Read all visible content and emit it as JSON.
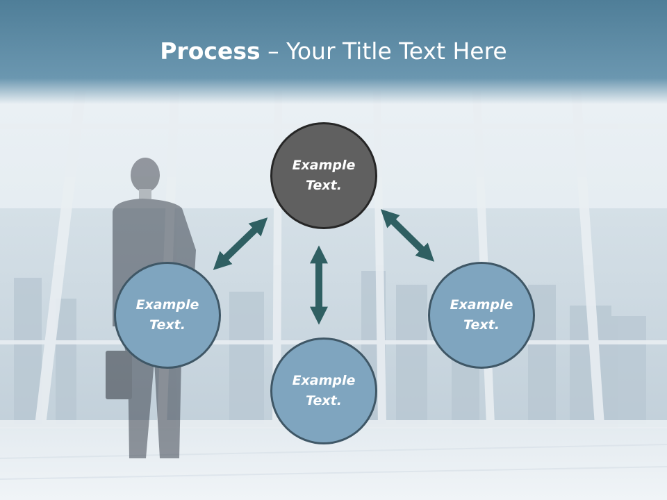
{
  "title": {
    "bold": "Process",
    "rest": " – Your Title Text Here"
  },
  "colors": {
    "header": "#5a89a3",
    "node_blue": "#7fa5bf",
    "node_dark": "#606060",
    "arrow": "#2f5f62"
  },
  "nodes": {
    "top": {
      "line1": "Example",
      "line2": "Text."
    },
    "left": {
      "line1": "Example",
      "line2": "Text."
    },
    "bottom": {
      "line1": "Example",
      "line2": "Text."
    },
    "right": {
      "line1": "Example",
      "line2": "Text."
    }
  }
}
